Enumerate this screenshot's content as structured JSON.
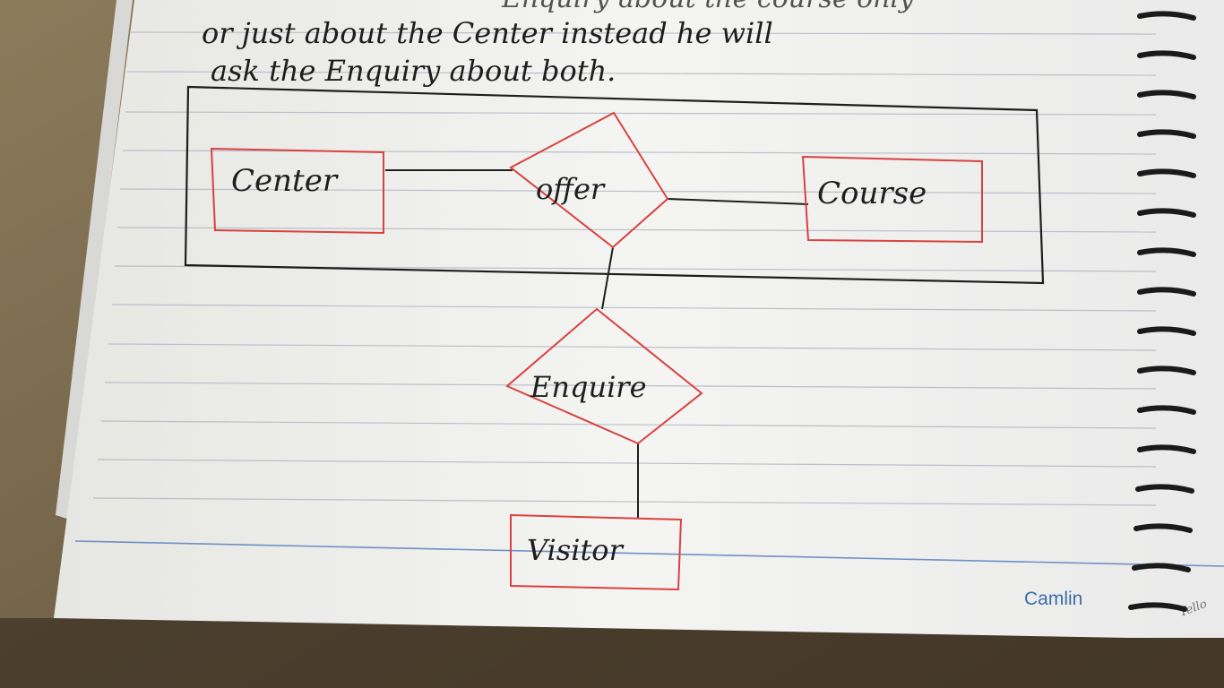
{
  "notes": {
    "line1": "Enquiry about the course only",
    "line2": "or just about the Center instead he will",
    "line3": "ask the Enquiry about both."
  },
  "diagram": {
    "entities": {
      "center": "Center",
      "course": "Course",
      "visitor": "Visitor"
    },
    "relationships": {
      "offer": "offer",
      "enquire": "Enquire"
    }
  },
  "notebook": {
    "brand": "Camlin",
    "corner_mark": "Tello"
  },
  "colors": {
    "entity_stroke": "#d9423f",
    "ink": "#1e1e1e",
    "paper": "#f3f3f1",
    "rule_line": "#b9bfc9",
    "margin_line": "#6f8fc4",
    "brand": "#3a6ea8"
  }
}
